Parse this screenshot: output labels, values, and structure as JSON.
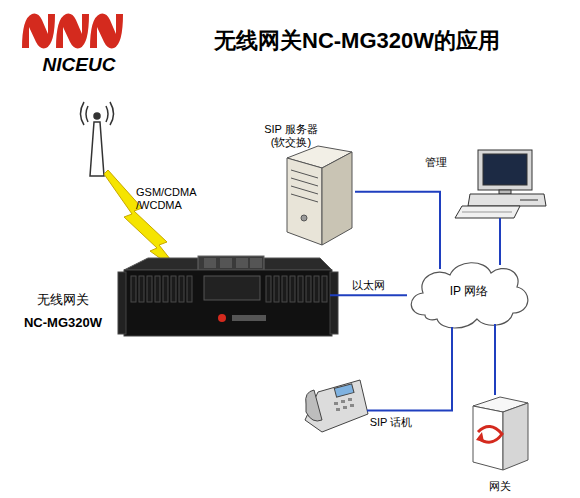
{
  "diagram": {
    "title": "无线网关NC-MG320W的应用",
    "nodes": [
      {
        "text": [
          "无线网关",
          "NC-MG320W"
        ]
      },
      {
        "text": [
          "SIP 服务器 (软交换)"
        ]
      },
      {
        "text": [
          "管理"
        ]
      },
      {
        "text": [
          "IP 网络"
        ]
      },
      {
        "text": [
          "SIP 话机"
        ]
      },
      {
        "text": [
          "网关"
        ]
      }
    ],
    "edges": [
      {
        "from": 0,
        "to": 3,
        "label": "以太网",
        "arrow": "none"
      },
      {
        "from": 1,
        "to": 3,
        "arrow": "none"
      },
      {
        "from": 2,
        "to": 3,
        "arrow": "none"
      },
      {
        "from": 4,
        "to": 3,
        "arrow": "none"
      },
      {
        "from": 3,
        "to": 5,
        "arrow": "none"
      }
    ],
    "labels": [
      "NICEUC",
      "GSM/CDMA /WCDMA"
    ]
  }
}
